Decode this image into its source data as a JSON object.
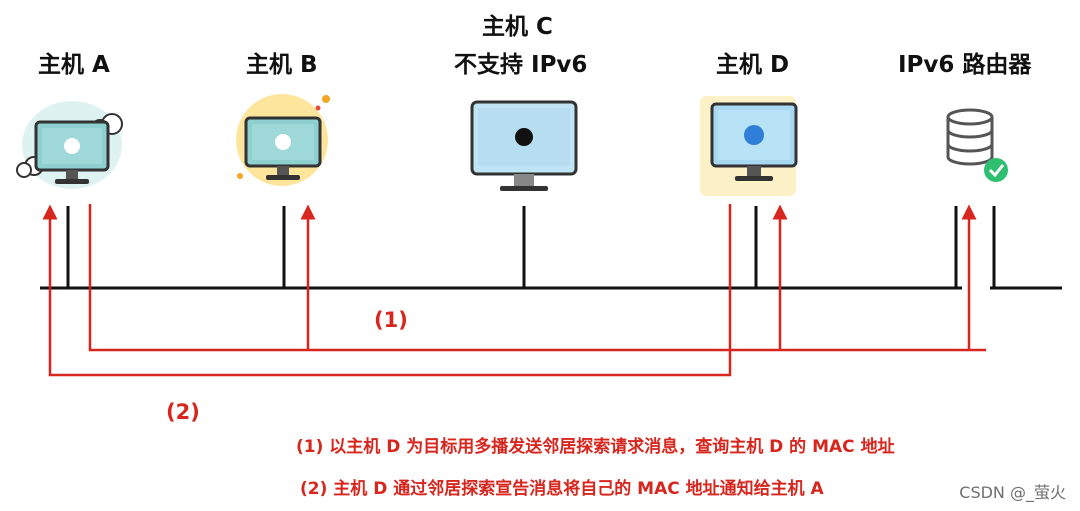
{
  "hosts": {
    "a": {
      "label": "主机 A"
    },
    "b": {
      "label": "主机 B"
    },
    "c": {
      "label_line1": "主机 C",
      "label_line2": "不支持 IPv6"
    },
    "d": {
      "label": "主机 D"
    },
    "router": {
      "label": "IPv6 路由器"
    }
  },
  "icons": {
    "a": "monitor-with-clouds-icon",
    "b": "monitor-with-sun-icon",
    "c": "imac-icon",
    "d": "monitor-with-highlight-icon",
    "router": "database-check-icon"
  },
  "steps": {
    "step1_label": "(1)",
    "step2_label": "(2)"
  },
  "legend": {
    "line1": "(1) 以主机 D 为目标用多播发送邻居探索请求消息，查询主机 D 的 MAC 地址",
    "line2": "(2) 主机 D 通过邻居探索宣告消息将自己的 MAC 地址通知给主机 A"
  },
  "watermark": "CSDN @_萤火",
  "colors": {
    "accent_red": "#d7261e",
    "bus_line": "#111111",
    "screen_teal": "#8ecfcf",
    "screen_blue": "#a8d8f0",
    "check_green": "#2fbf71"
  }
}
